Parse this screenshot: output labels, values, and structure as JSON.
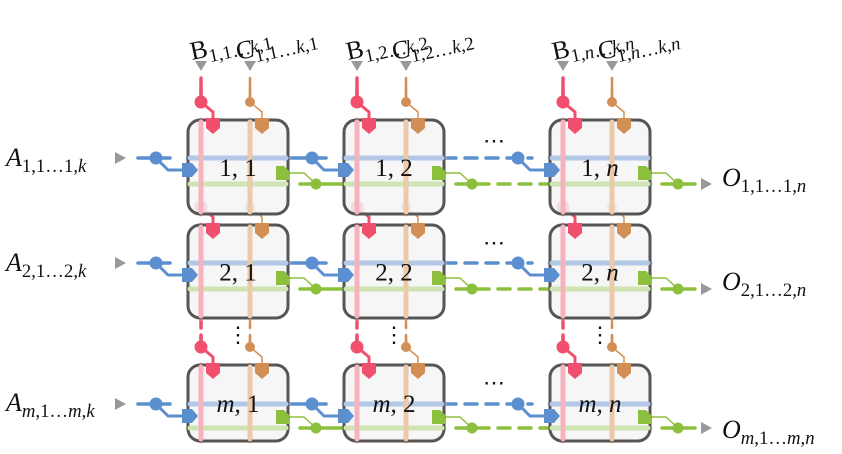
{
  "colors": {
    "a_line": "#5b8fcf",
    "a_line_light": "#b3c8e6",
    "b_line": "#f0506e",
    "b_line_light": "#f6b3bd",
    "c_line": "#d18f55",
    "c_line_light": "#ecc9a8",
    "o_line": "#8cc03c",
    "o_line_light": "#cfe4b2",
    "box_fill": "#f4f4f4",
    "box_stroke": "#555555",
    "arrow": "#999999"
  },
  "inputs_left": [
    {
      "base": "A",
      "sub": "1,1…1,",
      "sub_italic": "k"
    },
    {
      "base": "A",
      "sub": "2,1…2,",
      "sub_italic": "k"
    },
    {
      "base": "A",
      "sub_italic_prefix": "m",
      "sub": ",1…",
      "sub_italic_mid": "m",
      "sub2": ",",
      "sub_italic": "k"
    }
  ],
  "inputs_top": [
    {
      "b": {
        "base": "B",
        "sub": "1,1…k,1"
      },
      "c": {
        "base": "C",
        "sub": "1,1…k,1"
      }
    },
    {
      "b": {
        "base": "B",
        "sub": "1,2…k,2"
      },
      "c": {
        "base": "C",
        "sub": "1,2…k,2"
      }
    },
    {
      "b": {
        "base": "B",
        "sub": "1,n…k,n"
      },
      "c": {
        "base": "C",
        "sub": "1,n…k,n"
      }
    }
  ],
  "outputs_right": [
    {
      "base": "O",
      "sub": "1,1…1,n"
    },
    {
      "base": "O",
      "sub": "2,1…2,n"
    },
    {
      "base": "O",
      "sub": "m,1…m,n"
    }
  ],
  "cells": [
    [
      "1, 1",
      "1, 2",
      "1, n"
    ],
    [
      "2, 1",
      "2, 2",
      "2, n"
    ],
    [
      "m, 1",
      "m, 2",
      "m, n"
    ]
  ],
  "ellipsis": "⋯",
  "vertical_ellipsis": "⋮"
}
